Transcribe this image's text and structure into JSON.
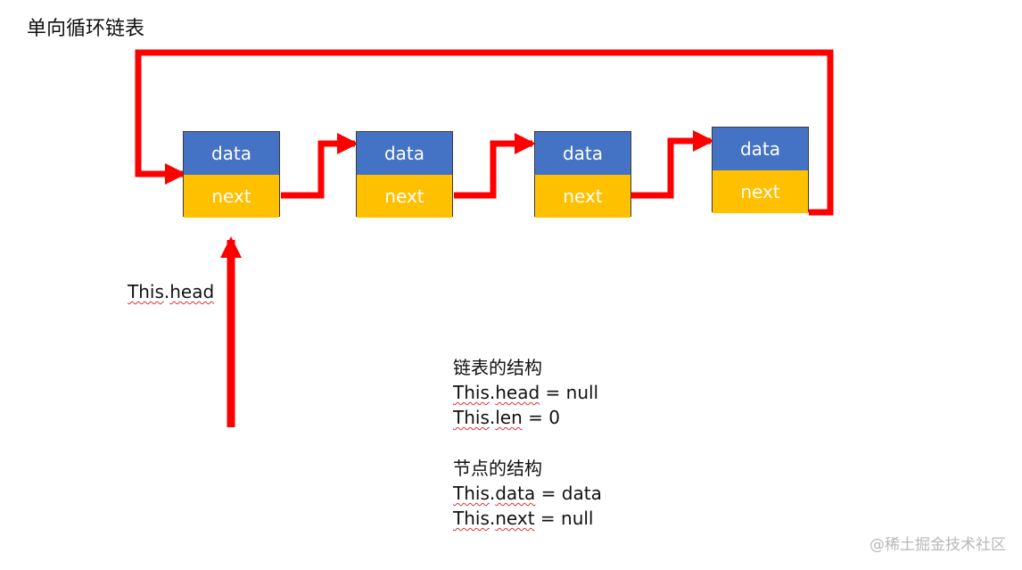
{
  "title": "单向循环链表",
  "nodes": [
    {
      "data_label": "data",
      "next_label": "next"
    },
    {
      "data_label": "data",
      "next_label": "next"
    },
    {
      "data_label": "data",
      "next_label": "next"
    },
    {
      "data_label": "data",
      "next_label": "next"
    }
  ],
  "head_pointer": {
    "object": "This",
    "prop": "head"
  },
  "list_structure": {
    "heading": "链表的结构",
    "lines": [
      {
        "object": "This",
        "prop": "head",
        "rest": " = null"
      },
      {
        "object": "This",
        "prop": "len",
        "rest": " = 0"
      }
    ]
  },
  "node_structure": {
    "heading": "节点的结构",
    "lines": [
      {
        "object": "This",
        "prop": "data",
        "rest": " = data"
      },
      {
        "object": "This",
        "prop": "next",
        "rest": " = null"
      }
    ]
  },
  "watermark": "@稀土掘金技术社区",
  "colors": {
    "arrow": "#ff0000",
    "data_cell": "#4472c4",
    "next_cell": "#ffc000"
  }
}
